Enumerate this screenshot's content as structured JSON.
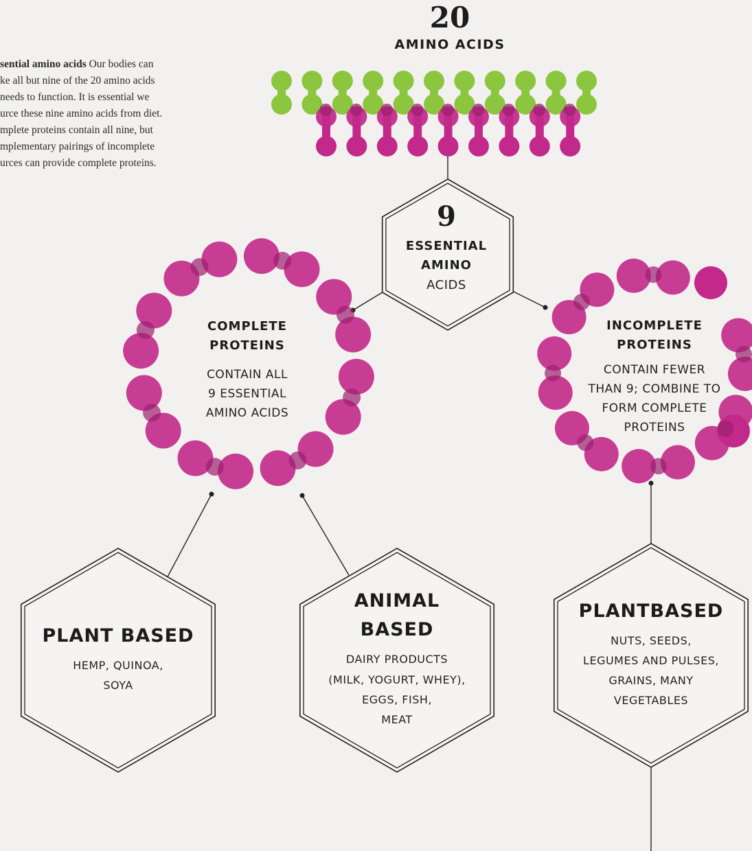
{
  "intro": {
    "lead": "sential amino acids",
    "lines": [
      "Our bodies can",
      "ke all but nine of the 20 amino acids",
      "needs to function. It is essential we",
      "urce these nine amino acids from diet.",
      "mplete proteins contain all nine, but",
      "mplementary pairings of incomplete",
      "urces can provide complete proteins."
    ]
  },
  "top": {
    "number": "20",
    "label": "AMINO ACIDS"
  },
  "essential": {
    "number": "9",
    "line1": "ESSENTIAL",
    "line2": "AMINO",
    "line3": "ACIDS"
  },
  "complete": {
    "title1": "COMPLETE",
    "title2": "PROTEINS",
    "desc": [
      "CONTAIN ALL",
      "9 ESSENTIAL",
      "AMINO ACIDS"
    ]
  },
  "incomplete": {
    "title1": "INCOMPLETE",
    "title2": "PROTEINS",
    "desc": [
      "CONTAIN FEWER",
      "THAN 9; COMBINE TO",
      "FORM COMPLETE",
      "PROTEINS"
    ]
  },
  "plant_complete": {
    "title": "PLANT BASED",
    "desc": [
      "HEMP, QUINOA,",
      "SOYA"
    ]
  },
  "animal": {
    "title1": "ANIMAL",
    "title2": "BASED",
    "desc": [
      "DAIRY PRODUCTS",
      "(MILK, YOGURT, WHEY),",
      "EGGS, FISH,",
      "MEAT"
    ]
  },
  "plant_incomplete": {
    "title": "PLANTBASED",
    "desc": [
      "NUTS, SEEDS,",
      "LEGUMES AND PULSES,",
      "GRAINS, MANY",
      "VEGETABLES"
    ]
  },
  "colors": {
    "green": "#8cc63f",
    "magenta": "#c2298a",
    "overlap": "#9c1f70",
    "line": "#222222"
  }
}
